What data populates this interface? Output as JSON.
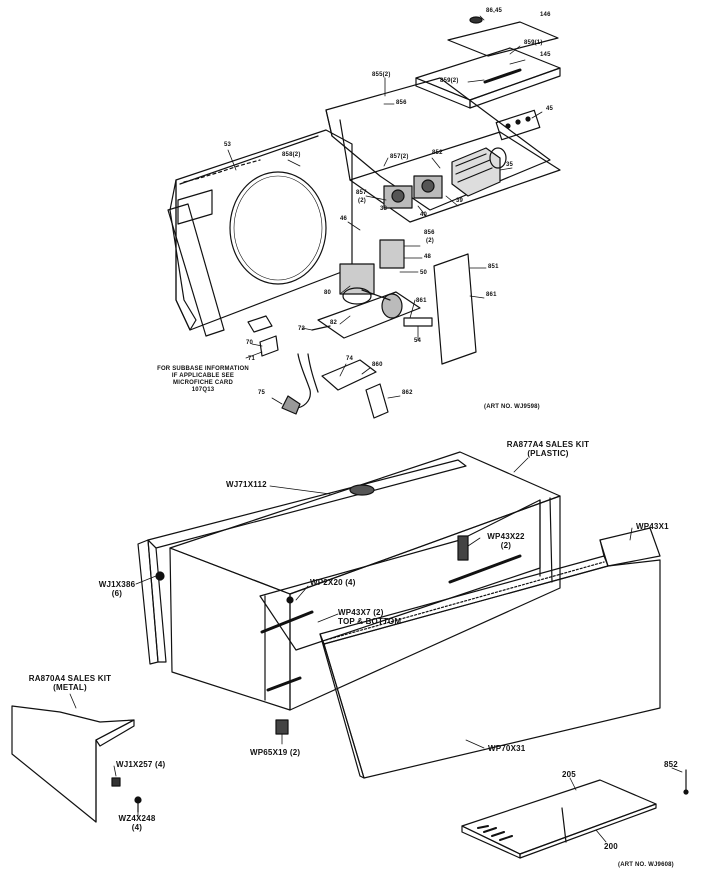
{
  "upper": {
    "labels": {
      "p_86_45": "86,45",
      "p_146": "146",
      "p_859_1": "859(1)",
      "p_145": "145",
      "p_859_2": "859(2)",
      "p_855_2": "855(2)",
      "p_856": "856",
      "p_45": "45",
      "p_53": "53",
      "p_858_2": "858(2)",
      "p_857_2": "857(2)",
      "p_852": "852",
      "p_35": "35",
      "p_857": "857",
      "p_2": "(2)",
      "p_39": "39",
      "p_40": "40",
      "p_38": "38",
      "p_46": "46",
      "p_856b": "856",
      "p_2b": "(2)",
      "p_48": "48",
      "p_851": "851",
      "p_861": "861",
      "p_50": "50",
      "p_80": "80",
      "p_82": "82",
      "p_54": "54",
      "p_72": "72",
      "p_70": "70",
      "p_71": "71",
      "p_74": "74",
      "p_860": "860",
      "p_862": "862",
      "p_75": "75"
    },
    "note": [
      "FOR SUBBASE INFORMATION",
      "IF APPLICABLE SEE",
      "MICROFICHE CARD",
      "107Q13"
    ],
    "art_no": "(ART NO. WJ9598)"
  },
  "lower": {
    "labels": {
      "ra877a4_line1": "RA877A4 SALES KIT",
      "ra877a4_line2": "(PLASTIC)",
      "wj71x112": "WJ71X112",
      "wp43x1": "WP43X1",
      "wp43x22_line1": "WP43X22",
      "wp43x22_line2": "(2)",
      "wj1x386_line1": "WJ1X386",
      "wj1x386_line2": "(6)",
      "wp2x20": "WP2X20 (4)",
      "wp43x7_line1": "WP43X7 (2)",
      "wp43x7_line2": "TOP & BOTTOM",
      "ra870a4_line1": "RA870A4 SALES KIT",
      "ra870a4_line2": "(METAL)",
      "wj1x257": "WJ1X257 (4)",
      "wp65x19": "WP65X19 (2)",
      "wp70x31": "WP70X31",
      "wz4x248_line1": "WZ4X248",
      "wz4x248_line2": "(4)",
      "p852": "852",
      "p205": "205",
      "p200": "200"
    },
    "art_no": "(ART NO. WJ9608)"
  }
}
